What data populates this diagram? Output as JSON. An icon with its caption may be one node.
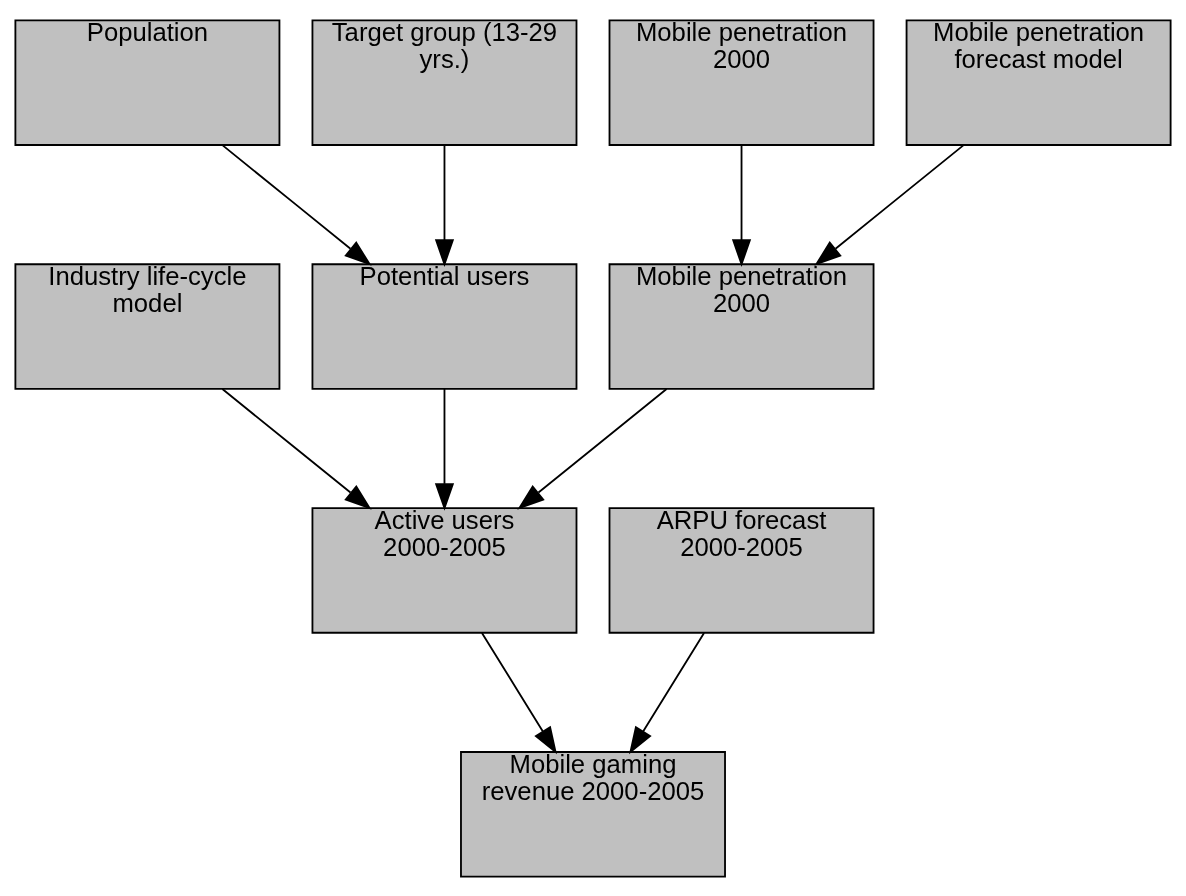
{
  "diagram": {
    "nodes": [
      {
        "text": [
          "Population"
        ]
      },
      {
        "text": [
          "Target group (13-29 yrs.)"
        ]
      },
      {
        "text": [
          "Mobile penetration 2000"
        ]
      },
      {
        "text": [
          "Mobile penetration forecast model"
        ]
      },
      {
        "text": [
          "Industry life-cycle model"
        ]
      },
      {
        "text": [
          "Potential users"
        ]
      },
      {
        "text": [
          "Mobile penetration 2000"
        ]
      },
      {
        "text": [
          "Active users 2000-2005"
        ]
      },
      {
        "text": [
          "ARPU forecast 2000-2005"
        ]
      },
      {
        "text": [
          "Mobile gaming revenue 2000-2005"
        ]
      }
    ],
    "edges": [
      {
        "from": 0,
        "to": 5,
        "arrow": "to"
      },
      {
        "from": 1,
        "to": 5,
        "arrow": "to"
      },
      {
        "from": 2,
        "to": 6,
        "arrow": "to"
      },
      {
        "from": 3,
        "to": 6,
        "arrow": "to"
      },
      {
        "from": 4,
        "to": 7,
        "arrow": "to"
      },
      {
        "from": 5,
        "to": 7,
        "arrow": "to"
      },
      {
        "from": 6,
        "to": 7,
        "arrow": "to"
      },
      {
        "from": 7,
        "to": 9,
        "arrow": "to"
      },
      {
        "from": 8,
        "to": 9,
        "arrow": "to"
      }
    ]
  }
}
